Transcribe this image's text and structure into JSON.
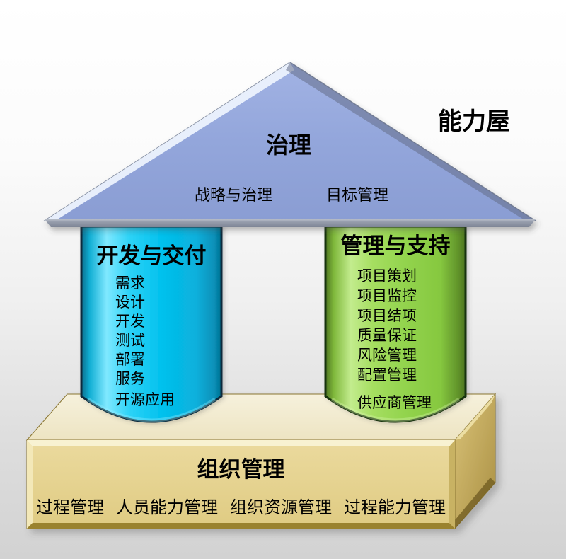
{
  "diagram": {
    "title": "能力屋",
    "roof": {
      "label": "治理",
      "sub_left": "战略与治理",
      "sub_right": "目标管理"
    },
    "left_pillar": {
      "title": "开发与交付",
      "items": [
        "需求",
        "设计",
        "开发",
        "测试",
        "部署",
        "服务",
        "开源应用"
      ]
    },
    "right_pillar": {
      "title": "管理与支持",
      "items": [
        "项目策划",
        "项目监控",
        "项目结项",
        "质量保证",
        "风险管理",
        "配置管理",
        "供应商管理"
      ]
    },
    "base": {
      "title": "组织管理",
      "items": [
        "过程管理",
        "人员能力管理",
        "组织资源管理",
        "过程能力管理"
      ]
    },
    "colors": {
      "roof_fill": "#93A6DB",
      "roof_eave": "#8D94A3",
      "left_pillar_fill": "#00C4EE",
      "right_pillar_fill": "#97D455",
      "base_front": "#E5D393",
      "base_top": "#F2ECD2",
      "base_side": "#C3A95C",
      "text": "#000000"
    }
  }
}
